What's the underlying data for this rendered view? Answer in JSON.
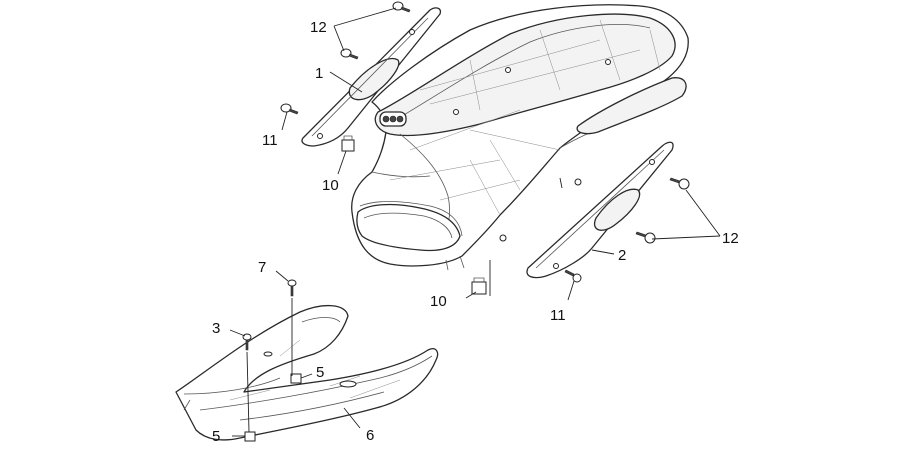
{
  "diagram": {
    "callouts": [
      {
        "id": "c12a",
        "text": "12"
      },
      {
        "id": "c1",
        "text": "1"
      },
      {
        "id": "c11a",
        "text": "11"
      },
      {
        "id": "c10a",
        "text": "10"
      },
      {
        "id": "c2",
        "text": "2"
      },
      {
        "id": "c12b",
        "text": "12"
      },
      {
        "id": "c10b",
        "text": "10"
      },
      {
        "id": "c11b",
        "text": "11"
      },
      {
        "id": "c7",
        "text": "7"
      },
      {
        "id": "c3",
        "text": "3"
      },
      {
        "id": "c5a",
        "text": "5"
      },
      {
        "id": "c5b",
        "text": "5"
      },
      {
        "id": "c6",
        "text": "6"
      }
    ],
    "colors": {
      "line": "#2a2a2a",
      "background": "#ffffff"
    }
  }
}
